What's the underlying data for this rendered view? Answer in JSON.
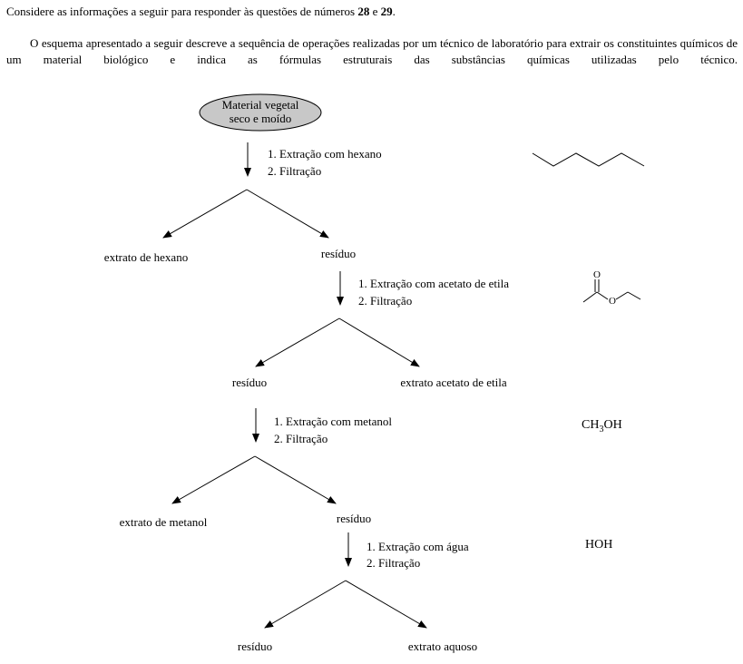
{
  "intro": {
    "line1_text": "Considere as informações a seguir para responder às questões de números ",
    "q_first": "28",
    "and": " e ",
    "q_second": "29",
    "period": ".",
    "paragraph": "O esquema apresentado a seguir descreve a sequência de operações realizadas por um técnico de laboratório para extrair os constituintes químicos de um material biológico e indica as fórmulas estruturais das substâncias químicas utilizadas pelo técnico."
  },
  "start": {
    "line1": "Material vegetal",
    "line2": "seco e moído"
  },
  "steps": [
    {
      "op1": "1. Extração com hexano",
      "op2": "2. Filtração",
      "left": "extrato de hexano",
      "right": "resíduo",
      "solvent": "hexane-skeletal-structure"
    },
    {
      "op1": "1. Extração com acetato de etila",
      "op2": "2. Filtração",
      "left": "resíduo",
      "right": "extrato acetato de etila",
      "solvent": "ethyl-acetate-skeletal-structure",
      "solvent_atom_O": "O",
      "solvent_atom_O2": "O"
    },
    {
      "op1": "1. Extração com metanol",
      "op2": "2. Filtração",
      "left": "extrato de metanol",
      "right": "resíduo",
      "solvent_formula": {
        "main": "CH",
        "sub": "3",
        "tail": "OH"
      }
    },
    {
      "op1": "1. Extração com água",
      "op2": "2. Filtração",
      "left": "resíduo",
      "right": "extrato aquoso",
      "solvent_formula": "HOH"
    }
  ],
  "colors": {
    "ellipse_fill": "#c8c8c8",
    "stroke": "#000000"
  }
}
